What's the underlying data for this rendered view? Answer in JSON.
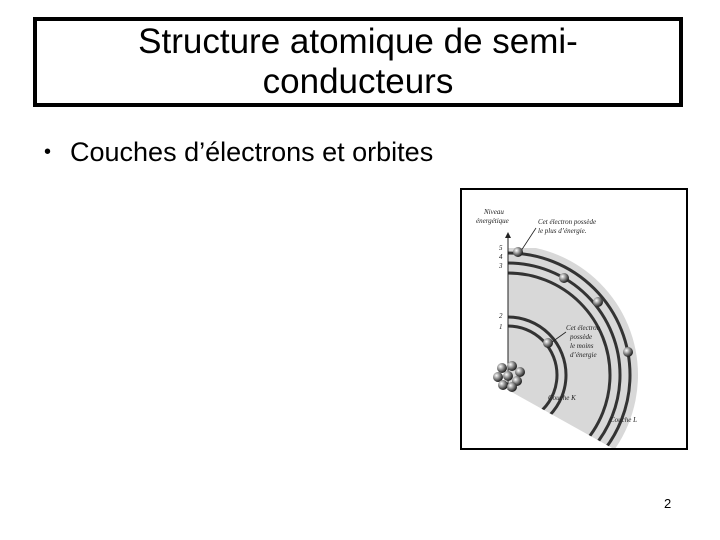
{
  "slide": {
    "title": "Structure atomique de semi-conducteurs",
    "bullets": [
      {
        "text": "Couches d’électrons et orbites"
      }
    ],
    "page_number": "2"
  },
  "figure": {
    "axis_label_line1": "Niveau",
    "axis_label_line2": "énergétique",
    "level_labels": [
      "5",
      "4",
      "3",
      "2",
      "1"
    ],
    "top_note_line1": "Cet électron possède",
    "top_note_line2": "le plus d’énergie.",
    "inner_note_line1": "Cet électron",
    "inner_note_line2": "possède",
    "inner_note_line3": "le moins",
    "inner_note_line4": "d’énergie",
    "shell_k_label": "Couche K",
    "shell_l_label": "Couche L"
  }
}
